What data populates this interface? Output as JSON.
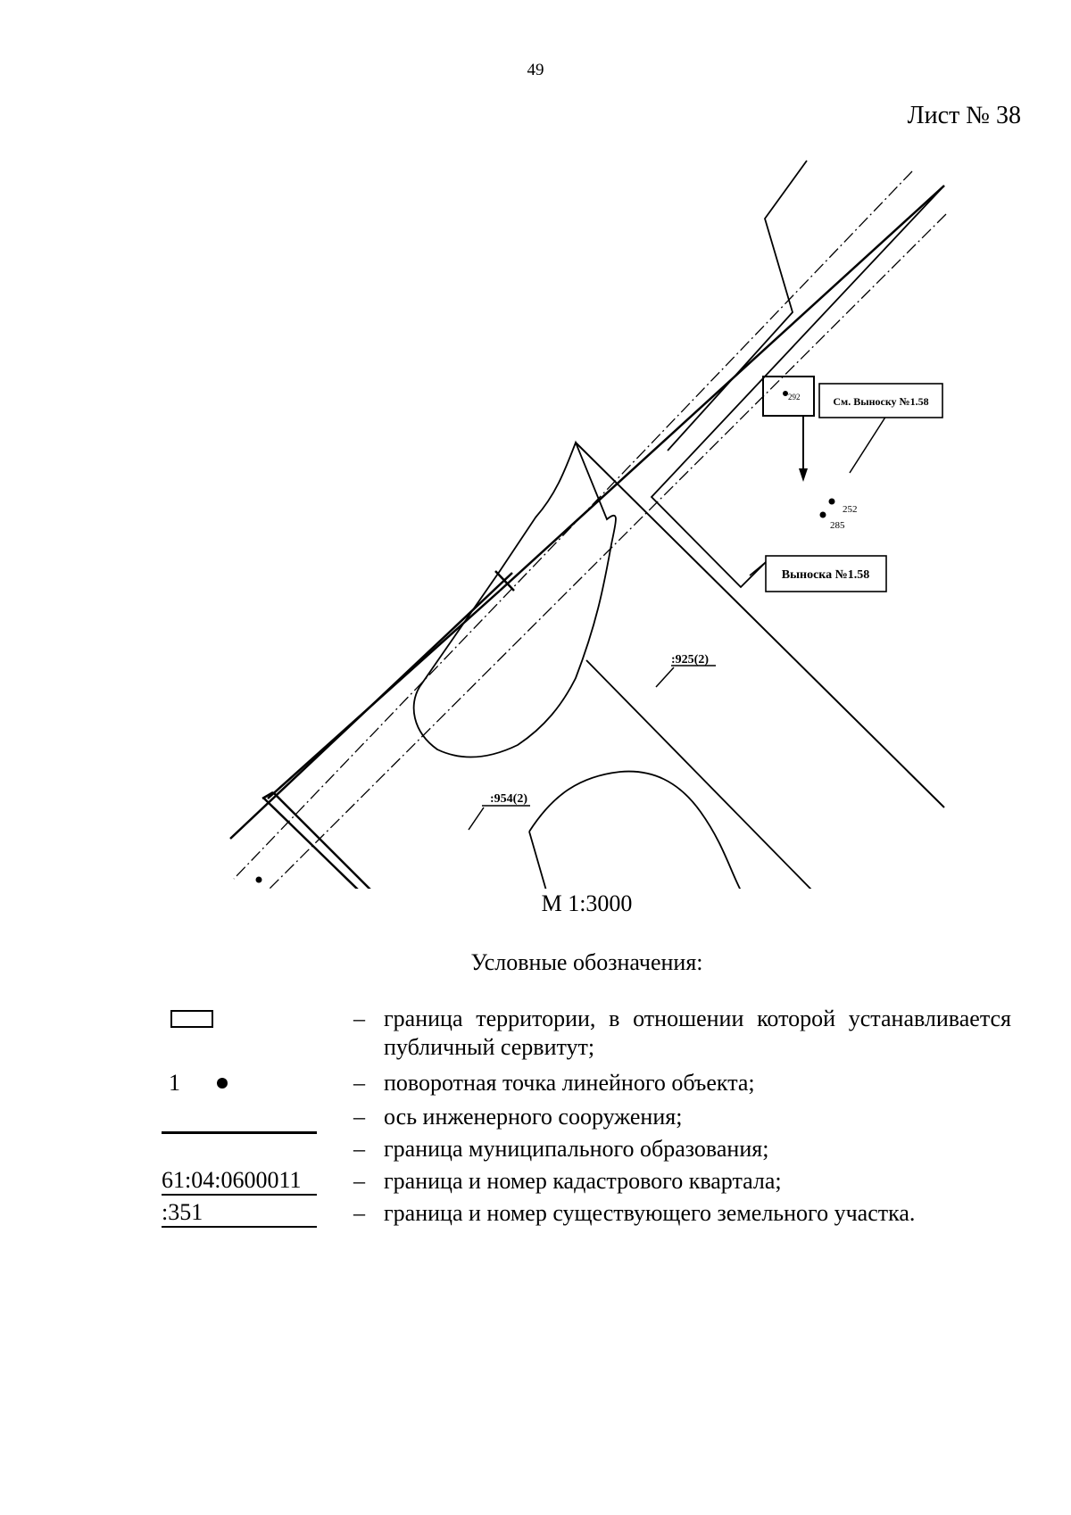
{
  "page": {
    "page_number": "49",
    "sheet_title": "Лист № 38"
  },
  "map": {
    "scale": "М 1:3000",
    "labels": {
      "callout_ref": "См. Выноску №1.58",
      "callout": "Выноска №1.58",
      "parcel_925": ":925(2)",
      "parcel_954": ":954(2)",
      "point_292": "292",
      "point_252": "252",
      "point_285": "285"
    }
  },
  "legend": {
    "title": "Условные обозначения:",
    "dash": "–",
    "items": [
      {
        "symbol": "rectangle",
        "text": "граница территории, в отношении которой устанавливается публичный сервитут;"
      },
      {
        "symbol": "point",
        "symbol_label": "1",
        "text": "поворотная точка линейного объекта;"
      },
      {
        "symbol": "dash-dot-line",
        "text": "ось инженерного сооружения;"
      },
      {
        "symbol": "solid-line",
        "text": "граница муниципального образования;"
      },
      {
        "symbol": "code",
        "symbol_label": "61:04:0600011",
        "text": "граница и номер кадастрового квартала;"
      },
      {
        "symbol": "code",
        "symbol_label": ":351",
        "text": "граница и номер существующего земельного участка."
      }
    ]
  }
}
